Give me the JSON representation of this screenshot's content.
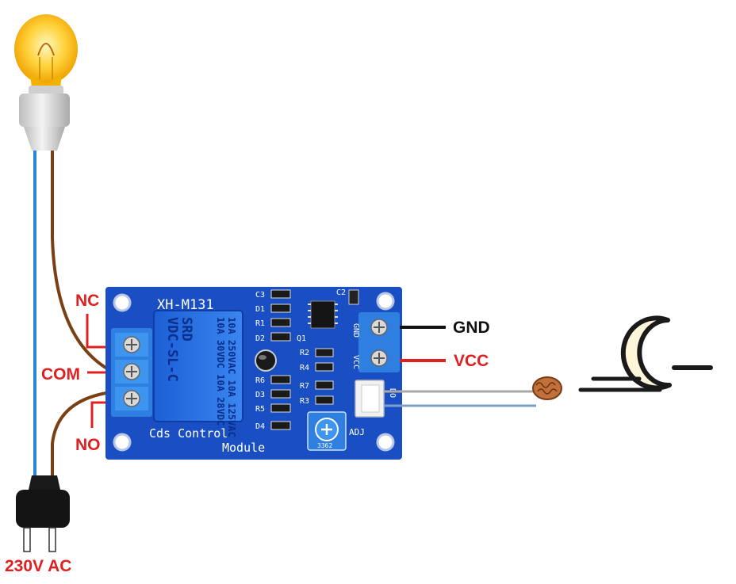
{
  "labels": {
    "nc": "NC",
    "com": "COM",
    "no": "NO",
    "ac": "230V AC",
    "gnd": "GND",
    "vcc": "VCC"
  },
  "module": {
    "model": "XH-M131",
    "title_line1": "Cds Control",
    "title_line2": "Module",
    "relay": {
      "line1": "SRD",
      "line2": "VDC-SL-C",
      "line3": "10A 250VAC 10A 125VAC",
      "line4": "10A 30VDC 10A 28VDC"
    },
    "pin_gnd": "GND",
    "pin_vcc": "VCC",
    "pin_do": "DO",
    "pot_label": "ADJ",
    "pot_code": "3362",
    "components": [
      "C3",
      "D1",
      "R1",
      "D2",
      "Q1",
      "R2",
      "R4",
      "R6",
      "D3",
      "R7",
      "R5",
      "R3",
      "D4",
      "C2"
    ]
  },
  "colors": {
    "board": "#1a4fc4",
    "wire_live": "#7a3f12",
    "wire_neutral": "#2a86d8",
    "label_red": "#e02020",
    "gnd_wire": "#111111",
    "vcc_wire": "#e02020"
  },
  "icons": [
    "light-bulb-icon",
    "power-plug-icon",
    "ldr-sensor-icon",
    "moon-night-icon"
  ]
}
